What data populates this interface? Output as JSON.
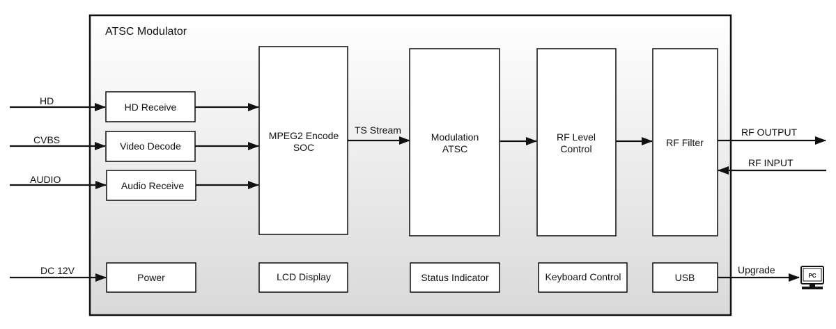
{
  "diagram": {
    "title": "ATSC Modulator",
    "blocks": {
      "hd_receive": "HD Receive",
      "video_decode": "Video Decode",
      "audio_receive": "Audio Receive",
      "mpeg2_line1": "MPEG2 Encode",
      "mpeg2_line2": "SOC",
      "modulation_line1": "Modulation",
      "modulation_line2": "ATSC",
      "rf_level_line1": "RF Level",
      "rf_level_line2": "Control",
      "rf_filter": "RF Filter",
      "power": "Power",
      "lcd_display": "LCD Display",
      "status_indicator": "Status Indicator",
      "keyboard_control": "Keyboard Control",
      "usb": "USB"
    },
    "signals": {
      "hd": "HD",
      "cvbs": "CVBS",
      "audio": "AUDIO",
      "dc": "DC 12V",
      "ts_stream": "TS Stream",
      "rf_output": "RF OUTPUT",
      "rf_input": "RF INPUT",
      "upgrade": "Upgrade"
    },
    "pc_icon_label": "PC"
  }
}
